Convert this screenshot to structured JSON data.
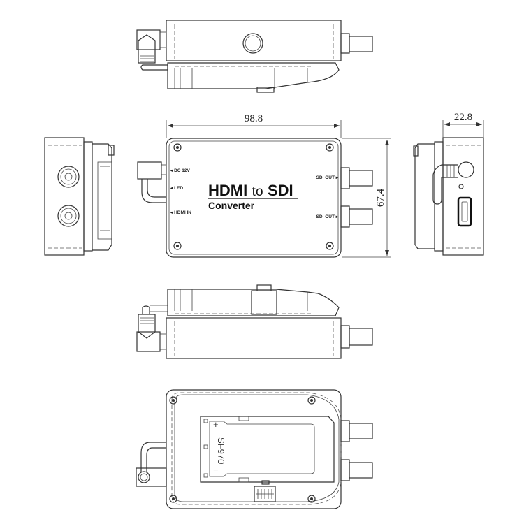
{
  "drawing": {
    "subject": "HDMI to SDI Converter dimensional drawing",
    "dimensions": {
      "width_mm": "98.8",
      "height_mm": "67.4",
      "depth_mm": "22.8"
    },
    "top_view": {
      "title_line1_a": "HDMI",
      "title_line1_b": "to",
      "title_line1_c": "SDI",
      "title_line2": "Converter",
      "left_labels": [
        "DC 12V",
        "LED",
        "HDMI IN"
      ],
      "right_labels": [
        "SDI OUT",
        "SDI OUT"
      ]
    },
    "bottom_view": {
      "battery_label": "SF970",
      "plus_sign": "+",
      "minus_sign": "−"
    },
    "views": [
      "side-view-top",
      "left-end-view",
      "top-view",
      "right-end-view",
      "side-view-bottom",
      "bottom-view"
    ],
    "colors": {
      "line": "#333333",
      "background": "#ffffff"
    }
  }
}
